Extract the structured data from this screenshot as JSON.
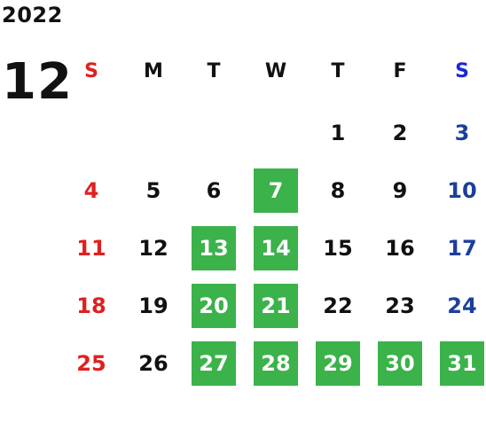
{
  "calendar": {
    "year": "2022",
    "month": "12",
    "weekdays": [
      "S",
      "M",
      "T",
      "W",
      "T",
      "F",
      "S"
    ],
    "weeks": [
      [
        "",
        "",
        "",
        "",
        "1",
        "2",
        "3"
      ],
      [
        "4",
        "5",
        "6",
        "7",
        "8",
        "9",
        "10"
      ],
      [
        "11",
        "12",
        "13",
        "14",
        "15",
        "16",
        "17"
      ],
      [
        "18",
        "19",
        "20",
        "21",
        "22",
        "23",
        "24"
      ],
      [
        "25",
        "26",
        "27",
        "28",
        "29",
        "30",
        "31"
      ]
    ],
    "highlighted_days": [
      "7",
      "13",
      "14",
      "20",
      "21",
      "27",
      "28",
      "29",
      "30",
      "31"
    ],
    "colors": {
      "sunday": "#e02020",
      "saturday_header": "#1a28d8",
      "saturday": "#1d3f9a",
      "highlight": "#3bb24a",
      "text": "#111111"
    }
  }
}
